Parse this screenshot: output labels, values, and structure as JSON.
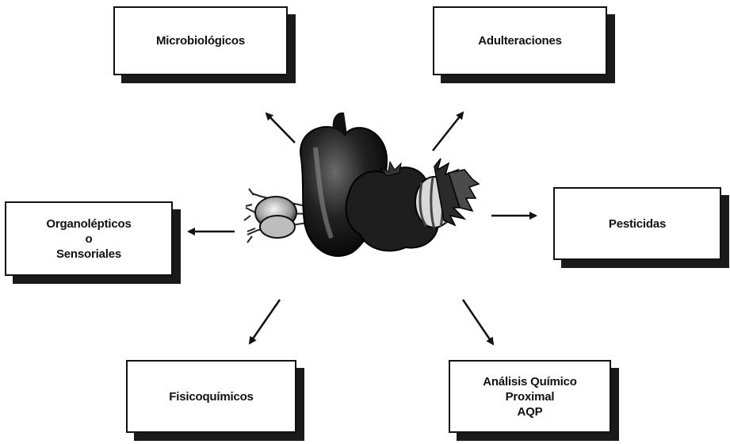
{
  "nodes": {
    "microbiologicos": "Microbiológicos",
    "adulteraciones": "Adulteraciones",
    "organolepticos": "Organolépticos\no\nSensoriales",
    "pesticidas": "Pesticidas",
    "fisicoquimicos": "Fisicoquímicos",
    "analisis": "Análisis Químico\nProximal\nAQP"
  },
  "center_icon": "vegetables-illustration",
  "colors": {
    "ink": "#111111",
    "shadow": "#1a1a1a",
    "background": "#ffffff"
  }
}
